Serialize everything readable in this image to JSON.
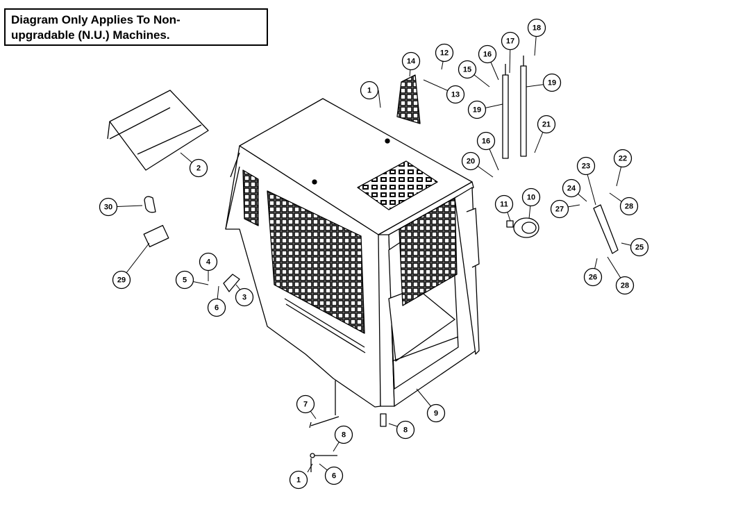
{
  "note": {
    "line1": "Diagram Only Applies To Non-",
    "line2": "upgradable (N.U.) Machines."
  },
  "callouts": [
    {
      "id": "c1a",
      "label": "1"
    },
    {
      "id": "c1b",
      "label": "1"
    },
    {
      "id": "c2",
      "label": "2"
    },
    {
      "id": "c3",
      "label": "3"
    },
    {
      "id": "c4",
      "label": "4"
    },
    {
      "id": "c5",
      "label": "5"
    },
    {
      "id": "c6a",
      "label": "6"
    },
    {
      "id": "c6b",
      "label": "6"
    },
    {
      "id": "c7",
      "label": "7"
    },
    {
      "id": "c8a",
      "label": "8"
    },
    {
      "id": "c8b",
      "label": "8"
    },
    {
      "id": "c9",
      "label": "9"
    },
    {
      "id": "c10",
      "label": "10"
    },
    {
      "id": "c11",
      "label": "11"
    },
    {
      "id": "c12",
      "label": "12"
    },
    {
      "id": "c13",
      "label": "13"
    },
    {
      "id": "c14",
      "label": "14"
    },
    {
      "id": "c15",
      "label": "15"
    },
    {
      "id": "c16a",
      "label": "16"
    },
    {
      "id": "c16b",
      "label": "16"
    },
    {
      "id": "c17",
      "label": "17"
    },
    {
      "id": "c18",
      "label": "18"
    },
    {
      "id": "c19a",
      "label": "19"
    },
    {
      "id": "c19b",
      "label": "19"
    },
    {
      "id": "c20",
      "label": "20"
    },
    {
      "id": "c21",
      "label": "21"
    },
    {
      "id": "c22",
      "label": "22"
    },
    {
      "id": "c23",
      "label": "23"
    },
    {
      "id": "c24",
      "label": "24"
    },
    {
      "id": "c25",
      "label": "25"
    },
    {
      "id": "c26",
      "label": "26"
    },
    {
      "id": "c27",
      "label": "27"
    },
    {
      "id": "c28a",
      "label": "28"
    },
    {
      "id": "c28b",
      "label": "28"
    },
    {
      "id": "c29",
      "label": "29"
    },
    {
      "id": "c30",
      "label": "30"
    }
  ]
}
